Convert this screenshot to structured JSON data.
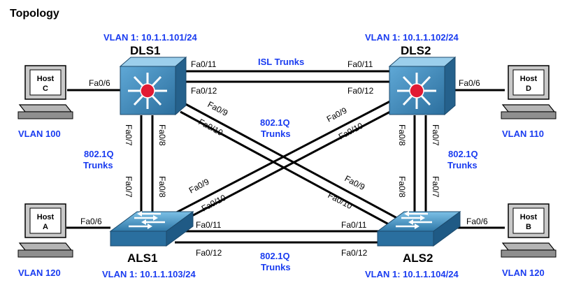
{
  "title": "Topology",
  "colors": {
    "label_blue": "#1a3cf0",
    "switch_blue": "#3a86b8",
    "led_red": "#e11a33"
  },
  "switches": {
    "dls1": {
      "name": "DLS1",
      "vlan": "VLAN 1: 10.1.1.101/24"
    },
    "dls2": {
      "name": "DLS2",
      "vlan": "VLAN 1: 10.1.1.102/24"
    },
    "als1": {
      "name": "ALS1",
      "vlan": "VLAN 1: 10.1.1.103/24"
    },
    "als2": {
      "name": "ALS2",
      "vlan": "VLAN 1: 10.1.1.104/24"
    }
  },
  "hosts": {
    "c": {
      "screen": [
        "Host",
        "C"
      ],
      "vlan": "VLAN 100",
      "port": "Fa0/6"
    },
    "d": {
      "screen": [
        "Host",
        "D"
      ],
      "vlan": "VLAN 110",
      "port": "Fa0/6"
    },
    "a": {
      "screen": [
        "Host",
        "A"
      ],
      "vlan": "VLAN 120",
      "port": "Fa0/6"
    },
    "b": {
      "screen": [
        "Host",
        "B"
      ],
      "vlan": "VLAN 120",
      "port": "Fa0/6"
    }
  },
  "trunks": {
    "isl": "ISL Trunks",
    "dot1q_line1": "802.1Q",
    "dot1q_line2": "Trunks"
  },
  "ports": {
    "fa0_6": "Fa0/6",
    "fa0_7": "Fa0/7",
    "fa0_8": "Fa0/8",
    "fa0_9": "Fa0/9",
    "fa0_10": "Fa0/10",
    "fa0_11": "Fa0/11",
    "fa0_12": "Fa0/12"
  }
}
